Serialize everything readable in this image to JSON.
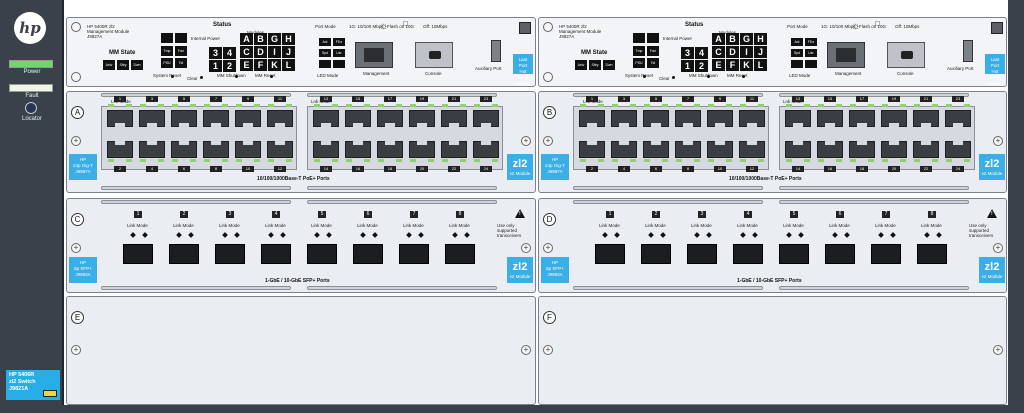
{
  "chassis": {
    "logo_text": "hp",
    "power_label": "Power",
    "fault_label": "Fault",
    "locator_label": "Locator",
    "model_line1": "HP 5406R",
    "model_line2": "zl2 Switch",
    "model_line3": "J9821A"
  },
  "mgmt": {
    "module_line1": "HP 5400R zl2",
    "module_line2": "Management Module",
    "module_line3": "J9827A",
    "status_title": "Status",
    "modules_label": "Modules",
    "mm_state_title": "MM State",
    "mm_state_buttons": [
      "Actv",
      "Stby",
      "Dwn"
    ],
    "tst_buttons": [
      "Tmp",
      "Fan",
      "PSU",
      "Tst"
    ],
    "internal_power_label": "Internal Power",
    "clear_label": "Clear",
    "system_reset_label": "System Reset",
    "mm_shutdown_label": "MM Shutdown",
    "mm_reset_label": "MM Reset",
    "num_keys": [
      "3",
      "4",
      "1",
      "2"
    ],
    "letters": [
      "A",
      "B",
      "G",
      "H",
      "C",
      "D",
      "I",
      "J",
      "E",
      "F",
      "K",
      "L"
    ],
    "led_mode_label": "LED Mode",
    "led_mode_keys": [
      "Act",
      "FDx",
      "Spd",
      "Usr"
    ],
    "management_label": "Management",
    "console_label": "Console",
    "auxiliary_label": "Auxiliary Port",
    "top_indicators": [
      "Port Mode",
      "1G: 10/100 Mbps",
      "Flash on 10G",
      "Off: 10Mbps"
    ],
    "side_tag": [
      "Last Port",
      "Hot Swap",
      "Mgmt"
    ]
  },
  "rj45": {
    "caption": "10/100/1000Base-T PoE+ Ports",
    "tag": [
      "HP",
      "24p Gig-T",
      "J9987A"
    ],
    "module_name": "zl2",
    "module_sub": "v2 Module",
    "top_ports": [
      "1",
      "3",
      "5",
      "7",
      "9",
      "11",
      "13",
      "15",
      "17",
      "19",
      "21",
      "23"
    ],
    "bottom_ports": [
      "2",
      "4",
      "6",
      "8",
      "10",
      "12",
      "14",
      "16",
      "18",
      "20",
      "22",
      "24"
    ],
    "link_mode": "Lnk Mode"
  },
  "sfp": {
    "caption": "1-GbE / 10-GbE SFP+ Ports",
    "tag": [
      "HP",
      "8p SFP+",
      "J9993A"
    ],
    "module_name": "zl2",
    "module_sub": "v2 Module",
    "ports": [
      "1",
      "2",
      "3",
      "4",
      "5",
      "6",
      "7",
      "8"
    ],
    "link_mode": "Link Mode",
    "warning_text": "Use only supported transceivers"
  },
  "slots": [
    "A",
    "B",
    "C",
    "D",
    "E",
    "F"
  ],
  "colors": {
    "chassis_dark": "#3b414a",
    "accent_blue": "#3aaee6",
    "power_led": "#71d66a",
    "fault_led": "#f0f6e6"
  }
}
